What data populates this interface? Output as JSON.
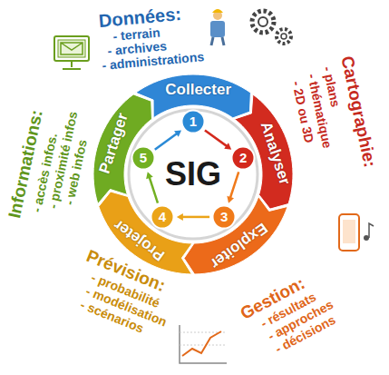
{
  "diagram": {
    "nodes": [
      {
        "text": [
          "Collecter"
        ]
      },
      {
        "text": [
          "Analyser"
        ]
      },
      {
        "text": [
          "Exploiter"
        ]
      },
      {
        "text": [
          "Projeter"
        ]
      },
      {
        "text": [
          "Partager"
        ]
      },
      {
        "text": [
          "SIG"
        ]
      },
      {
        "text": [
          "1"
        ],
        "in": 5
      },
      {
        "text": [
          "2"
        ],
        "in": 5
      },
      {
        "text": [
          "3"
        ],
        "in": 5
      },
      {
        "text": [
          "4"
        ],
        "in": 5
      },
      {
        "text": [
          "5"
        ],
        "in": 5
      }
    ],
    "edges": [
      {
        "from": 6,
        "to": 7,
        "arrow": "to"
      },
      {
        "from": 7,
        "to": 8,
        "arrow": "to"
      },
      {
        "from": 8,
        "to": 9,
        "arrow": "to"
      },
      {
        "from": 9,
        "to": 10,
        "arrow": "to"
      },
      {
        "from": 10,
        "to": 6,
        "arrow": "to"
      }
    ],
    "labels": [
      "Données:",
      "- terrain",
      "- archives",
      "- administrations",
      "Cartographie:",
      "- plans",
      "- thématique",
      "- 2D ou 3D",
      "Gestion:",
      "- résultats",
      "- approches",
      "- décisions",
      "Prévision:",
      "- probabilité",
      "- modélisation",
      "- scénarios",
      "Informations:",
      "- accès infos.",
      "- proximité infos",
      "- web infos"
    ]
  }
}
